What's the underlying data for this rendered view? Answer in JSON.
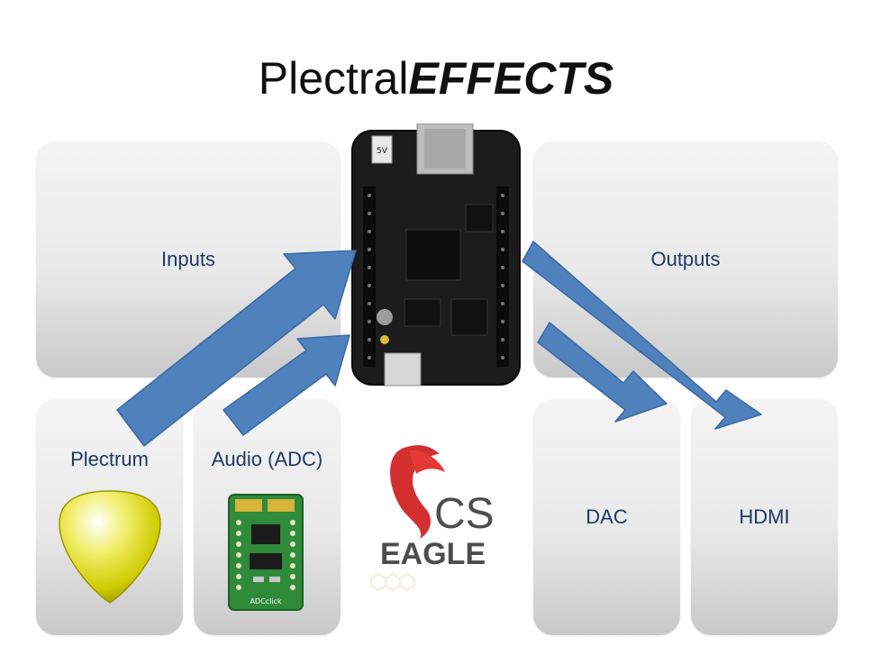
{
  "title": {
    "prefix": "Plectral",
    "emphasis": "EFFECTS"
  },
  "boxes": {
    "inputs": "Inputs",
    "outputs": "Outputs",
    "plectrum": "Plectrum",
    "audio_adc": "Audio (ADC)",
    "dac": "DAC",
    "hdmi": "HDMI"
  },
  "board": {
    "jack_label": "5V"
  },
  "adc_board": {
    "label": "ADCclick"
  },
  "eagle_logo": {
    "initials": "CS",
    "word": "EAGLE"
  },
  "colors": {
    "arrow": "#4f81bd",
    "arrow_stroke": "#3a6aa5",
    "label": "#1f3864",
    "pick": "#d9d400"
  }
}
